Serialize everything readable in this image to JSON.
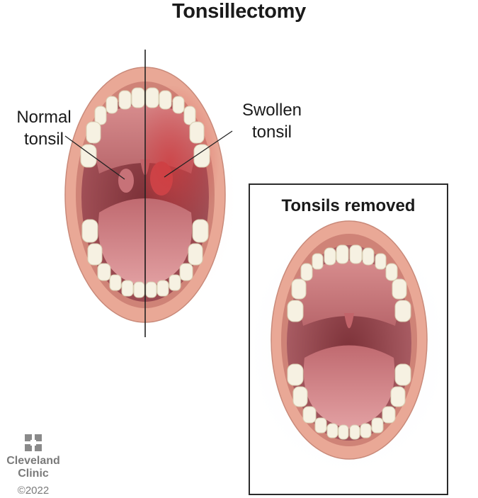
{
  "title": "Tonsillectomy",
  "labels": {
    "normal_tonsil": "Normal tonsil",
    "swollen_tonsil": "Swollen tonsil"
  },
  "panel": {
    "title": "Tonsils removed"
  },
  "logo": {
    "line1": "Cleveland",
    "line2": "Clinic",
    "copyright": "©2022"
  },
  "colors": {
    "lip": "#e9a896",
    "mouth_interior": "#b5646a",
    "tongue": "#d48a8e",
    "teeth": "#f6f1e2",
    "inflamed": "#c73a3f",
    "logo_gray": "#8a8a8a"
  }
}
